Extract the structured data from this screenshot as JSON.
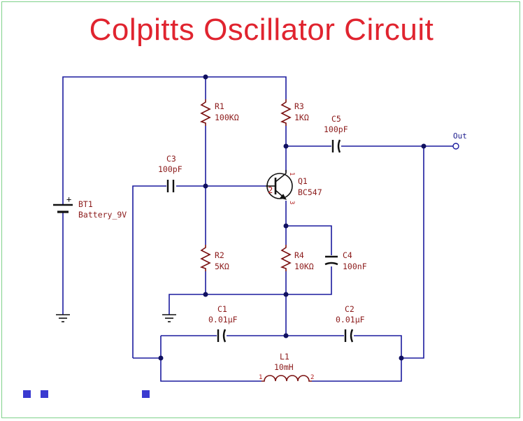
{
  "title": "Colpitts Oscillator Circuit",
  "components": {
    "R1": {
      "ref": "R1",
      "value": "100KΩ"
    },
    "R2": {
      "ref": "R2",
      "value": "5KΩ"
    },
    "R3": {
      "ref": "R3",
      "value": "1KΩ"
    },
    "R4": {
      "ref": "R4",
      "value": "10KΩ"
    },
    "C1": {
      "ref": "C1",
      "value": "0.01µF"
    },
    "C2": {
      "ref": "C2",
      "value": "0.01µF"
    },
    "C3": {
      "ref": "C3",
      "value": "100pF"
    },
    "C4": {
      "ref": "C4",
      "value": "100nF"
    },
    "C5": {
      "ref": "C5",
      "value": "100pF"
    },
    "L1": {
      "ref": "L1",
      "value": "10mH",
      "pin1": "1",
      "pin2": "2"
    },
    "Q1": {
      "ref": "Q1",
      "value": "BC547",
      "pin_base": "2",
      "pin_collector": "1",
      "pin_emitter": "3"
    },
    "BT1": {
      "ref": "BT1",
      "value": "Battery_9V",
      "plus": "+"
    }
  },
  "output_label": "Out",
  "colors": {
    "wire": "#1c1c9e",
    "component": "#7a1010",
    "label": "#8b1a1a",
    "title": "#e0242f"
  }
}
